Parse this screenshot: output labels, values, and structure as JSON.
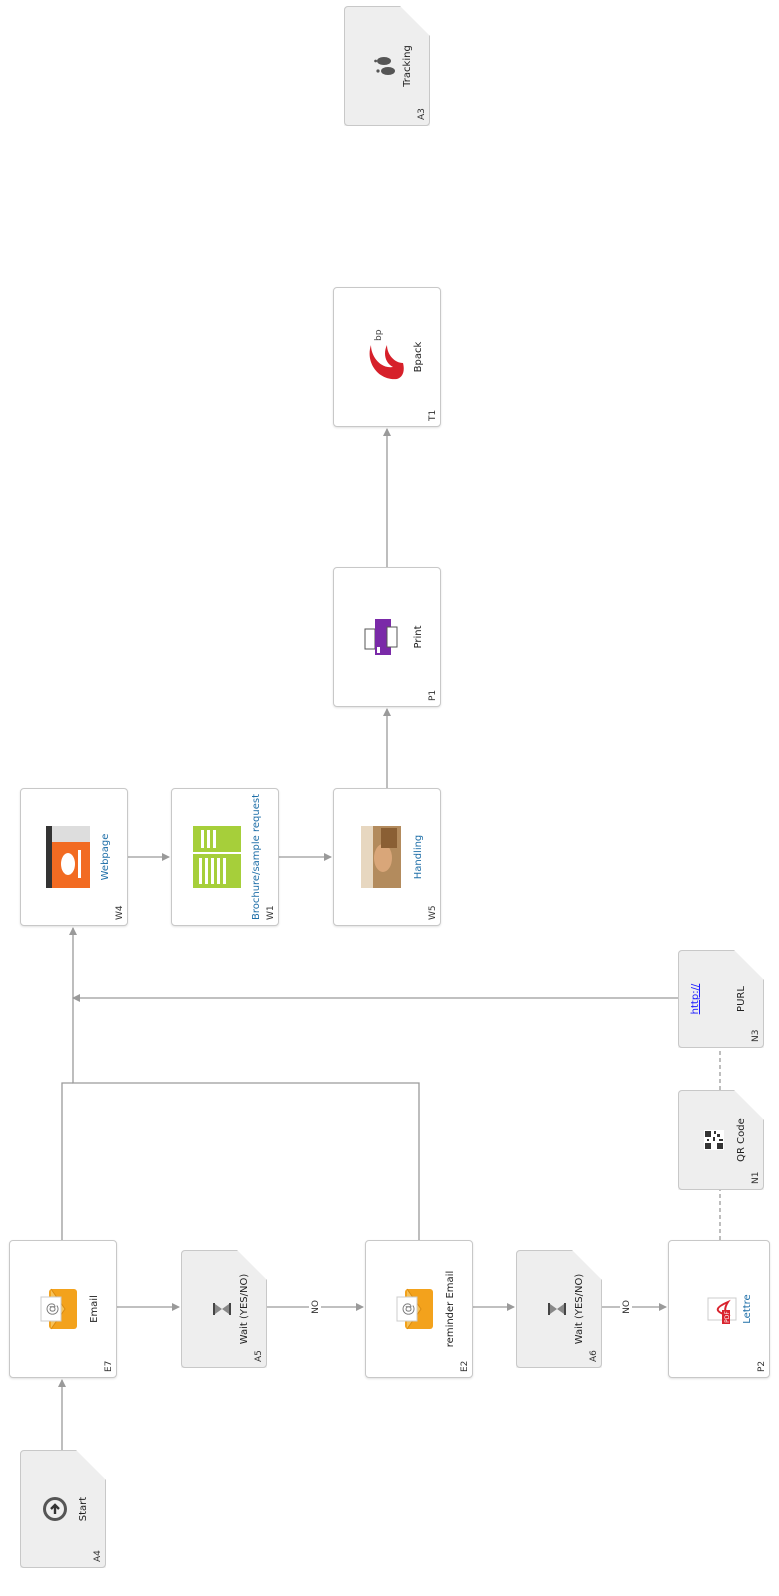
{
  "nodes": [
    {
      "id": "A4",
      "label": "Start",
      "icon": "start-icon"
    },
    {
      "id": "E7",
      "label": "Email",
      "icon": "envelope-icon"
    },
    {
      "id": "A5",
      "label": "Wait (YES/NO)",
      "icon": "hourglass-icon"
    },
    {
      "id": "E2",
      "label": "reminder Email",
      "icon": "envelope-icon"
    },
    {
      "id": "A6",
      "label": "Wait (YES/NO)",
      "icon": "hourglass-icon"
    },
    {
      "id": "P2",
      "label": "Lettre",
      "icon": "pdf-icon"
    },
    {
      "id": "N1",
      "label": "QR Code",
      "icon": "qr-code-icon"
    },
    {
      "id": "N3",
      "label": "PURL",
      "link": "http://",
      "icon": "link-icon"
    },
    {
      "id": "W4",
      "label": "Webpage",
      "icon": "webpage-thumbnail-icon"
    },
    {
      "id": "W1",
      "label": "Brochure/sample request",
      "icon": "form-thumbnail-icon"
    },
    {
      "id": "W5",
      "label": "Handling",
      "icon": "handling-photo-icon"
    },
    {
      "id": "P1",
      "label": "Print",
      "icon": "printer-icon"
    },
    {
      "id": "T1",
      "label": "Bpack",
      "icon": "bpost-logo-icon"
    },
    {
      "id": "A3",
      "label": "Tracking",
      "icon": "tracking-footprints-icon"
    }
  ],
  "edges": [
    {
      "from": "A4",
      "to": "E7"
    },
    {
      "from": "E7",
      "to": "A5"
    },
    {
      "from": "A5",
      "to": "E2",
      "label": "NO"
    },
    {
      "from": "E2",
      "to": "A6"
    },
    {
      "from": "A6",
      "to": "P2",
      "label": "NO"
    },
    {
      "from": "E7",
      "to": "W4"
    },
    {
      "from": "E2",
      "to": "W4"
    },
    {
      "from": "N3",
      "to": "W4"
    },
    {
      "from": "W4",
      "to": "W1"
    },
    {
      "from": "W1",
      "to": "W5"
    },
    {
      "from": "W5",
      "to": "P1"
    },
    {
      "from": "P1",
      "to": "T1"
    },
    {
      "from": "P2",
      "to": "N1",
      "style": "dashed"
    },
    {
      "from": "N1",
      "to": "N3",
      "style": "dashed"
    }
  ],
  "colors": {
    "edge": "#9a9a9a",
    "node_border": "#c8c8c8",
    "action_fill": "#eeeeee",
    "link_text": "#1f6fa8",
    "envelope": "#f3a21c",
    "pdf": "#d9232e",
    "bpost": "#d6202a",
    "printer": "#7a2aa8",
    "webpage": "#f26b22",
    "form": "#a6cf3a"
  }
}
